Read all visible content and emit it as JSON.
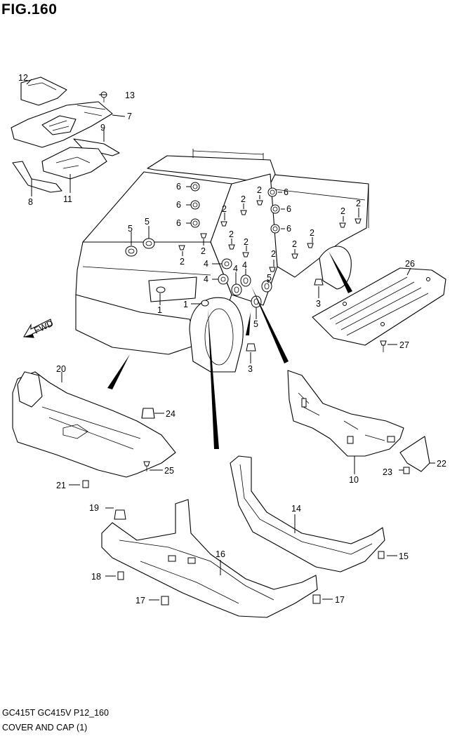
{
  "figure_title": "FIG.160",
  "footer": {
    "model_line": "GC415T GC415V P12_160",
    "description": "COVER AND CAP (1)"
  },
  "fwd_label": "FWD",
  "callouts": {
    "c1a": "1",
    "c1b": "1",
    "c2a": "2",
    "c2b": "2",
    "c2c": "2",
    "c2d": "2",
    "c2e": "2",
    "c2f": "2",
    "c2g": "2",
    "c2h": "2",
    "c2i": "2",
    "c2j": "2",
    "c2k": "2",
    "c2l": "2",
    "c3a": "3",
    "c3b": "3",
    "c4a": "4",
    "c4b": "4",
    "c4c": "4",
    "c4d": "4",
    "c5a": "5",
    "c5b": "5",
    "c5c": "5",
    "c5d": "5",
    "c6a": "6",
    "c6b": "6",
    "c6c": "6",
    "c6d": "6",
    "c6e": "6",
    "c6f": "6",
    "c7": "7",
    "c8": "8",
    "c9": "9",
    "c10": "10",
    "c11": "11",
    "c12": "12",
    "c13": "13",
    "c14": "14",
    "c15": "15",
    "c16": "16",
    "c17a": "17",
    "c17b": "17",
    "c18": "18",
    "c19": "19",
    "c20": "20",
    "c21": "21",
    "c22": "22",
    "c23": "23",
    "c24": "24",
    "c25": "25",
    "c26": "26",
    "c27": "27"
  }
}
